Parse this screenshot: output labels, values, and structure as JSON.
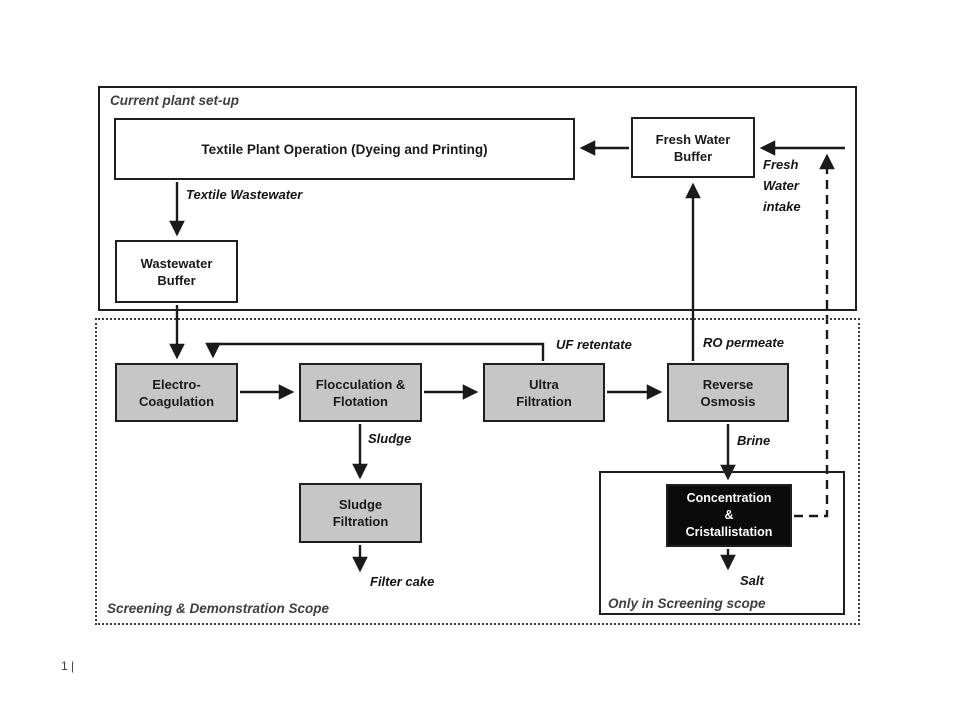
{
  "slide": {
    "page_number": "1 |"
  },
  "scopes": {
    "current_plant": "Current plant set-up",
    "screening": "Screening & Demonstration Scope",
    "only_screening": "Only in Screening scope"
  },
  "nodes": {
    "textile_plant": "Textile Plant Operation  (Dyeing and Printing)",
    "fresh_water_buffer": "Fresh Water\nBuffer",
    "wastewater_buffer": "Wastewater\nBuffer",
    "electro_coagulation": "Electro-\nCoagulation",
    "flocculation_flotation": "Flocculation &\nFlotation",
    "ultra_filtration": "Ultra\nFiltration",
    "reverse_osmosis": "Reverse\nOsmosis",
    "sludge_filtration": "Sludge\nFiltration",
    "concentration_cristallisation": "Concentration\n&\nCristallistation"
  },
  "flows": {
    "textile_wastewater": "Textile Wastewater",
    "fresh_water_intake": "Fresh\nWater\nintake",
    "uf_retentate": "UF retentate",
    "ro_permeate": "RO permeate",
    "sludge": "Sludge",
    "brine": "Brine",
    "filter_cake": "Filter cake",
    "salt": "Salt"
  },
  "colors": {
    "process_box_fill": "#c6c6c6",
    "highlight_box_fill": "#0b0b0b",
    "highlight_box_text": "#ffffff",
    "line": "#1a1a1a",
    "scope_label": "#3f3f3f"
  }
}
